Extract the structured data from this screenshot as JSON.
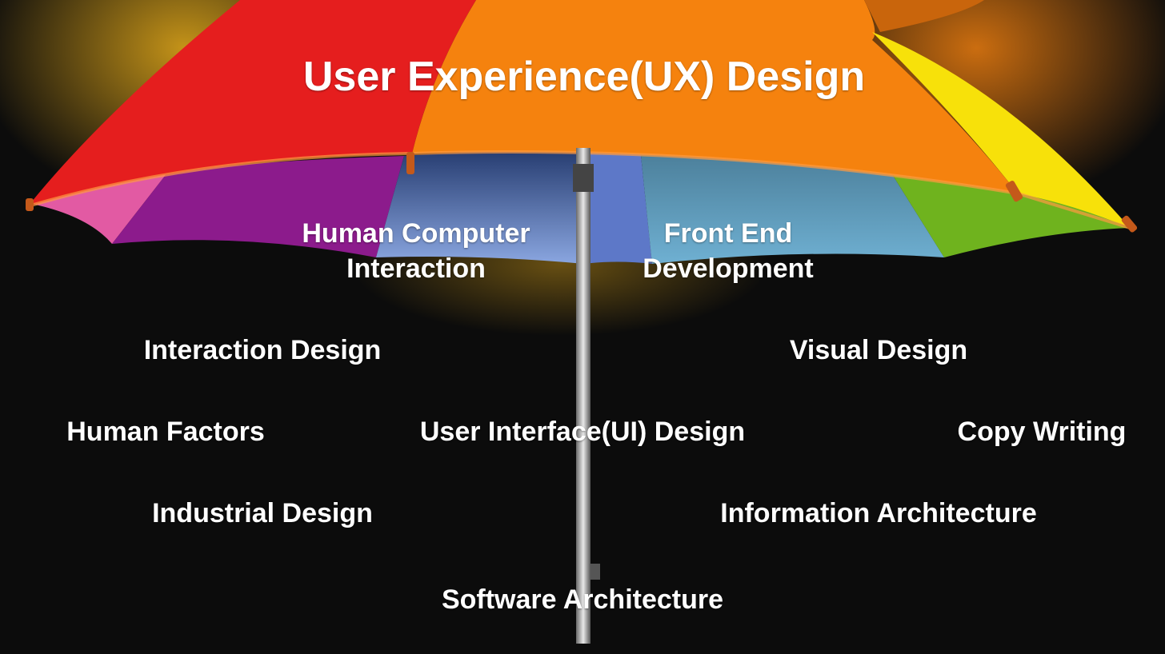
{
  "title": "User Experience(UX) Design",
  "labels": {
    "hci_line1": "Human Computer",
    "hci_line2": "Interaction",
    "fe_line1": "Front End",
    "fe_line2": "Development",
    "interaction_design": "Interaction Design",
    "visual_design": "Visual Design",
    "human_factors": "Human Factors",
    "ui_design": "User Interface(UI) Design",
    "copy_writing": "Copy Writing",
    "industrial_design": "Industrial Design",
    "information_architecture": "Information Architecture",
    "software_architecture": "Software Architecture"
  },
  "colors": {
    "background": "#0c0c0c",
    "red": "#e51e1e",
    "orange": "#f5820e",
    "yellow": "#f7e10a",
    "green": "#6fb31e",
    "light_blue": "#5d9bbf",
    "blue": "#3e5fa0",
    "purple": "#8c1b8c",
    "pink": "#e25aa3"
  }
}
